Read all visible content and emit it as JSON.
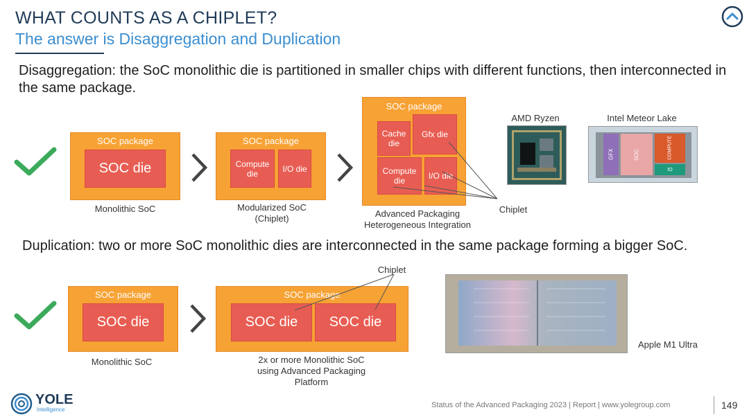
{
  "header": {
    "title": "WHAT COUNTS AS A CHIPLET?",
    "subtitle": "The answer is Disaggregation and Duplication"
  },
  "disaggregation": {
    "text": "Disaggregation: the SoC monolithic die is partitioned in smaller chips with different functions, then interconnected in the same package.",
    "monolithic": {
      "package": "SOC package",
      "die": "SOC die",
      "caption": "Monolithic SoC"
    },
    "modularized": {
      "package": "SOC package",
      "dies": [
        "Compute die",
        "I/O die"
      ],
      "caption_line1": "Modularized SoC",
      "caption_line2": "(Chiplet)"
    },
    "advanced": {
      "package": "SOC package",
      "dies": [
        "Cache die",
        "Gfx die",
        "Compute die",
        "I/O die"
      ],
      "caption_line1": "Advanced Packaging",
      "caption_line2": "Heterogeneous Integration"
    },
    "chiplet_label": "Chiplet",
    "photos": {
      "amd": "AMD Ryzen",
      "intel": "Intel Meteor Lake"
    },
    "intel_tiles": [
      "GFX",
      "SOC",
      "COMPUTE",
      "IO"
    ]
  },
  "duplication": {
    "text": "Duplication: two or more SoC monolithic dies are interconnected in the same package forming a bigger SoC.",
    "monolithic": {
      "package": "SOC package",
      "die": "SOC die",
      "caption": "Monolithic SoC"
    },
    "multi": {
      "package": "SOC package",
      "dies": [
        "SOC die",
        "SOC die"
      ],
      "caption_line1": "2x or more Monolithic SoC",
      "caption_line2": "using Advanced Packaging",
      "caption_line3": "Platform"
    },
    "chiplet_label": "Chiplet",
    "photo_caption": "Apple M1 Ultra"
  },
  "footer": {
    "logo_name": "YOLE",
    "logo_sub": "Intelligence",
    "source": "Status of the Advanced Packaging 2023 | Report | www.yolegroup.com",
    "page": "149"
  },
  "colors": {
    "package": "#f7a234",
    "die": "#e85d53",
    "check": "#3caa5b",
    "title": "#1f3b58",
    "subtitle": "#3b8ed0"
  }
}
